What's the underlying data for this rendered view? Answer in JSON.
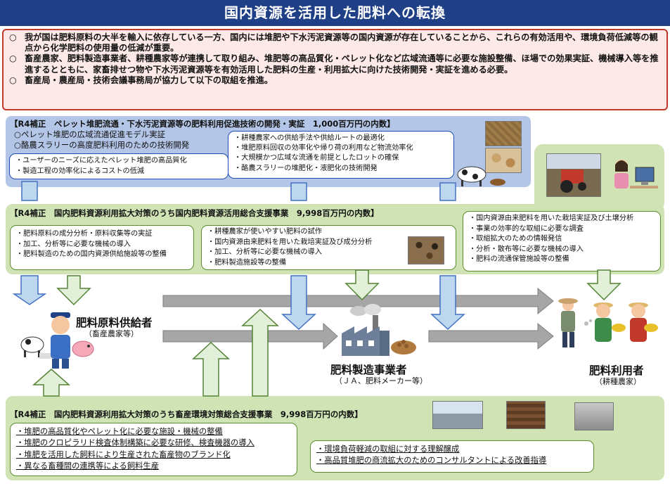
{
  "title": "国内資源を活用した肥料への転換",
  "intro": [
    {
      "mark": "○",
      "text": "我が国は肥料原料の大半を輸入に依存している一方、国内には堆肥や下水汚泥資源等の国内資源が存在していることから、これらの有効活用や、環境負荷低減等の観点から化学肥料の使用量の低減が重要。"
    },
    {
      "mark": "○",
      "text": "畜産農家、肥料製造事業者、耕種農家等が連携して取り組み、堆肥等の高品質化・ペレット化など広域流通等に必要な施設整備、ほ場での効果実証、機械導入等を推進するとともに、家畜排せつ物や下水汚泥資源等を有効活用した肥料の生産・利用拡大に向けた技術開発・実証を進める必要。"
    },
    {
      "mark": "○",
      "text": "畜産局・農産局・技術会議事務局が協力して以下の取組を推進。"
    }
  ],
  "blue_panel": {
    "heading": "【R4補正　ペレット堆肥流通・下水汚泥資源等の肥料利用促進技術の開発・実証　1,000百万円の内数】",
    "items": [
      "○ペレット堆肥の広域流通促進モデル実証",
      "○酪農スラリーの高度肥料利用のための技術開発"
    ],
    "box_left": [
      "・ユーザーのニーズに応えたペレット堆肥の高品質化",
      "・製造工程の効率化によるコストの低減"
    ],
    "box_right": [
      "・耕種農家への供給手法や供給ルートの最適化",
      "・堆肥原料回収の効率化や帰り荷の利用など物流効率化",
      "・大規模かつ広域な流通を前提としたロットの確保",
      "・酪農スラリーの堆肥化・液肥化の技術開発"
    ]
  },
  "green_top": {
    "heading": "【R4補正　国内肥料資源利用拡大対策のうち国内肥料資源活用総合支援事業　9,998百万円の内数】",
    "box1": [
      "・肥料原料の成分分析・原料収集等の実証",
      "・加工、分析等に必要な機械の導入",
      "・肥料製造のための国内資源供給施設等の整備"
    ],
    "box2": [
      "・耕種農家が使いやすい肥料の試作",
      "・国内資源由来肥料を用いた栽培実証及び成分分析",
      "・加工、分析等に必要な機械の導入",
      "・肥料製造施設等の整備"
    ],
    "box3": [
      "・国内資源由来肥料を用いた栽培実証及び土壌分析",
      "・事業の効率的な取組に必要な調査",
      "・取組拡大のための情報発信",
      "・分析・散布等に必要な機械の導入",
      "・肥料の流通保管施設等の整備"
    ]
  },
  "actors": {
    "supplier": {
      "name": "肥料原料供給者",
      "sub": "（畜産農家等）"
    },
    "manufacturer": {
      "name": "肥料製造事業者",
      "sub": "（ＪＡ、肥料メーカー等）"
    },
    "user": {
      "name": "肥料利用者",
      "sub": "（耕種農家）"
    }
  },
  "green_bottom": {
    "heading": "【R4補正　国内肥料資源利用拡大対策のうち畜産環境対策総合支援事業　9,998百万円の内数】",
    "box_left": [
      "・堆肥の高品質化やペレット化に必要な施設・機械の整備",
      "・堆肥のクロピラリド検査体制構築に必要な研修、検査機器の導入",
      "・堆肥を活用した飼料により生産された畜産物のブランド化",
      "・異なる畜種間の連携等による飼料生産"
    ],
    "box_right": [
      "・環境負荷軽減の取組に対する理解醸成",
      "・高品質堆肥の商流拡大のためのコンサルタントによる改善指導"
    ]
  },
  "colors": {
    "title_bg": "#1f3f86",
    "intro_border": "#c0392b",
    "intro_bg": "#fde9e7",
    "blue_panel": "#b4c6e7",
    "green_panel": "#cfe3b5",
    "blue_arrow": "#bdd7ee",
    "green_arrow": "#e2f0d9",
    "gray_arrow": "#a6a6a6"
  },
  "icons": [
    "farmer-illustration",
    "cow-illustration",
    "pig-illustration",
    "factory-illustration",
    "farmers-with-rice-illustration",
    "tractor-photo",
    "pc-worker-illustration",
    "compost-pellet-photo",
    "greenhouse-photo",
    "compost-pile-photo",
    "machine-photo"
  ]
}
